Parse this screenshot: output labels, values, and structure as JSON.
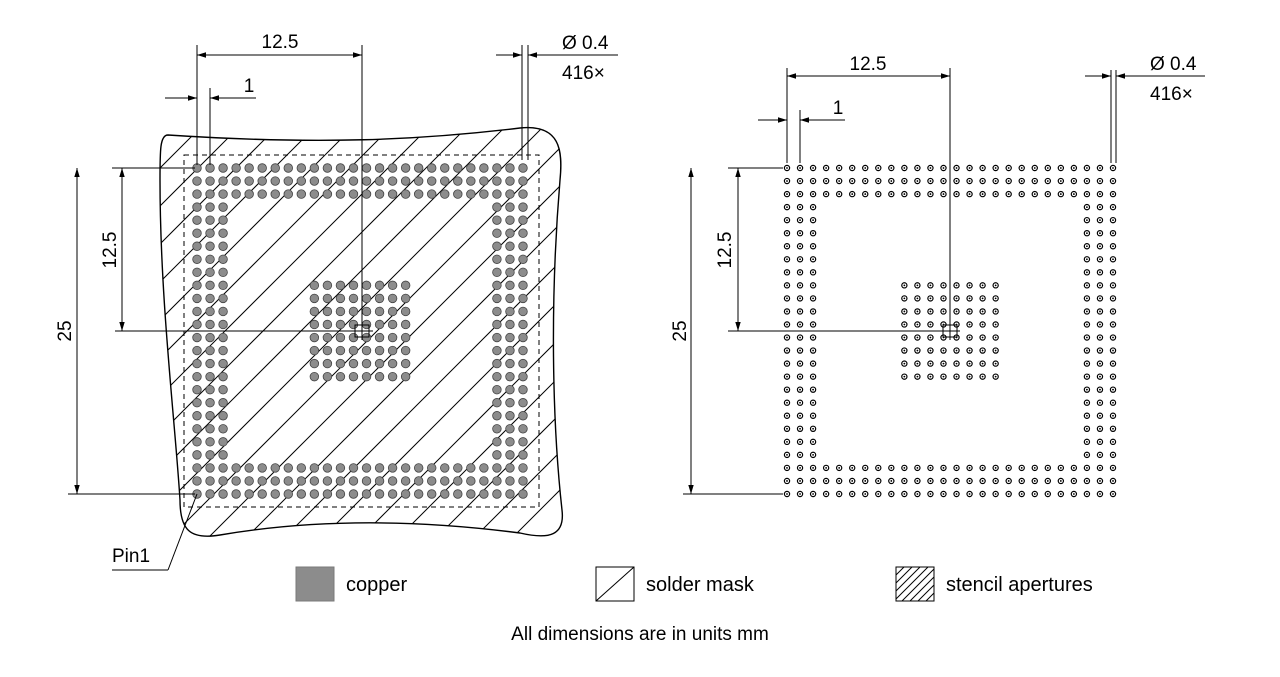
{
  "left": {
    "pitch_label": "12.5",
    "spacing_label": "1",
    "diameter_label": "Ø 0.4",
    "count_label": "416×",
    "vertical_half_label": "12.5",
    "vertical_full_label": "25",
    "pin1_label": "Pin1"
  },
  "right": {
    "pitch_label": "12.5",
    "spacing_label": "1",
    "diameter_label": "Ø 0.4",
    "count_label": "416×",
    "vertical_half_label": "12.5",
    "vertical_full_label": "25"
  },
  "legend": {
    "copper_label": "copper",
    "solder_mask_label": "solder mask",
    "stencil_label": "stencil apertures"
  },
  "note": "All dimensions are in units mm",
  "colors": {
    "copper": "#8c8c8c",
    "line": "#000000"
  }
}
